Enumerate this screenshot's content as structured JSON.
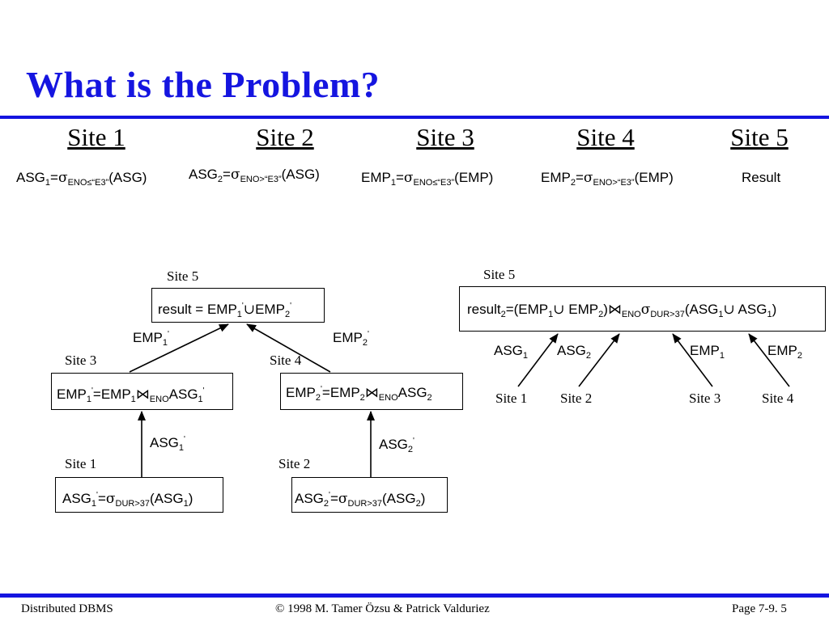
{
  "title": "What is the Problem?",
  "sites": [
    {
      "heading": "Site 1",
      "expr": {
        "lhs": "ASG",
        "lhs_sub": "1",
        "eq": "=",
        "sigma": "σ",
        "pred": "ENO≤“E3”",
        "arg": "(ASG)"
      }
    },
    {
      "heading": "Site 2",
      "expr": {
        "lhs": "ASG",
        "lhs_sub": "2",
        "eq": "=",
        "sigma": "σ",
        "pred": "ENO>“E3”",
        "arg": "(ASG)"
      }
    },
    {
      "heading": "Site 3",
      "expr": {
        "lhs": "EMP",
        "lhs_sub": "1",
        "eq": "=",
        "sigma": "σ",
        "pred": "ENO≤“E3”",
        "arg": "(EMP)"
      }
    },
    {
      "heading": "Site 4",
      "expr": {
        "lhs": "EMP",
        "lhs_sub": "2",
        "eq": "=",
        "sigma": "σ",
        "pred": "ENO>“E3”",
        "arg": "(EMP)"
      }
    },
    {
      "heading": "Site 5",
      "result": "Result"
    }
  ],
  "strategy1": {
    "site5": "Site 5",
    "site3": "Site 3",
    "site4": "Site 4",
    "site1": "Site 1",
    "site2": "Site 2",
    "result_box": {
      "a": "result = EMP",
      "a_sub": "1",
      "a_sup": "'",
      "union": "∪",
      "b": "EMP",
      "b_sub": "2",
      "b_sup": "'"
    },
    "edge_emp1": {
      "t": "EMP",
      "sub": "1",
      "sup": "'"
    },
    "edge_emp2": {
      "t": "EMP",
      "sub": "2",
      "sup": "'"
    },
    "emp1_box": {
      "a": "EMP",
      "a_sub": "1",
      "a_sup": "'",
      "eq": "=EMP",
      "b_sub": "1",
      "join": "⋈",
      "j_sub": "ENO",
      "c": "ASG",
      "c_sub": "1",
      "c_sup": "'"
    },
    "emp2_box": {
      "a": "EMP",
      "a_sub": "2",
      "a_sup": "'",
      "eq": "=EMP",
      "b_sub": "2",
      "join": "⋈",
      "j_sub": "ENO",
      "c": "ASG",
      "c_sub": "2"
    },
    "edge_asg1": {
      "t": "ASG",
      "sub": "1",
      "sup": "'"
    },
    "edge_asg2": {
      "t": "ASG",
      "sub": "2",
      "sup": "'"
    },
    "asg1_box": {
      "a": "ASG",
      "a_sub": "1",
      "a_sup": "'",
      "eq": "=",
      "sigma": "σ",
      "pred": "DUR>37",
      "arg": "(ASG",
      "arg_sub": "1",
      "close": ")"
    },
    "asg2_box": {
      "a": "ASG",
      "a_sub": "2",
      "a_sup": "'",
      "eq": "=",
      "sigma": "σ",
      "pred": "DUR>37",
      "arg": "(ASG",
      "arg_sub": "2",
      "close": ")"
    }
  },
  "strategy2": {
    "site5": "Site 5",
    "box": {
      "a": "result",
      "a_sub": "2",
      "b": "=(EMP",
      "b_sub": "1",
      "u1": "∪",
      "c": " EMP",
      "c_sub": "2",
      "d": ")",
      "join": "⋈",
      "j_sub": "ENO",
      "sigma": "σ",
      "pred": "DUR>37",
      "e": "(ASG",
      "e_sub": "1",
      "u2": "∪",
      "f": " ASG",
      "f_sub": "1",
      "g": ")"
    },
    "edges": [
      {
        "t": "ASG",
        "sub": "1",
        "site": "Site 1"
      },
      {
        "t": "ASG",
        "sub": "2",
        "site": "Site 2"
      },
      {
        "t": "EMP",
        "sub": "1",
        "site": "Site 3"
      },
      {
        "t": "EMP",
        "sub": "2",
        "site": "Site 4"
      }
    ]
  },
  "footer": {
    "left": "Distributed DBMS",
    "center": "© 1998 M. Tamer Özsu & Patrick Valduriez",
    "right": "Page 7-9. 5"
  },
  "colors": {
    "title": "#1515e0",
    "rule": "#1515e0",
    "text": "#000000"
  }
}
